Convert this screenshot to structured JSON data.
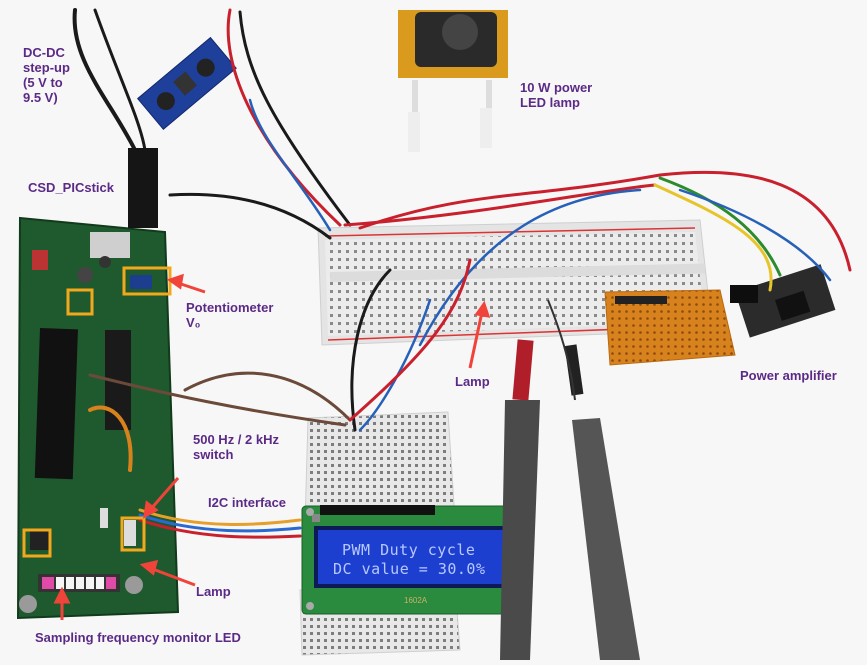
{
  "labels": {
    "dcdc": "DC-DC\nstep-up\n(5 V to\n9.5 V)",
    "led_lamp": "10 W power\nLED lamp",
    "picstick": "CSD_PICstick",
    "potentiometer": "Potentiometer\nV₀",
    "lamp_breadboard": "Lamp",
    "power_amplifier": "Power amplifier",
    "switch": "500 Hz / 2 kHz\nswitch",
    "i2c": "I2C interface",
    "lamp_board": "Lamp",
    "sampling_led": "Sampling frequency monitor LED"
  },
  "lcd": {
    "line1": "PWM Duty cycle",
    "line2": "DC value = 30.0%",
    "model": "1602A"
  },
  "colors": {
    "label_text": "#5b2a86",
    "arrow": "#f0443a",
    "highlight_box": "#f2a81d",
    "pcb_green": "#1f5a2e",
    "lcd_blue": "#1d3fd0",
    "wire_red": "#c8202c",
    "wire_blue": "#2660b8",
    "wire_black": "#1a1a1a"
  }
}
